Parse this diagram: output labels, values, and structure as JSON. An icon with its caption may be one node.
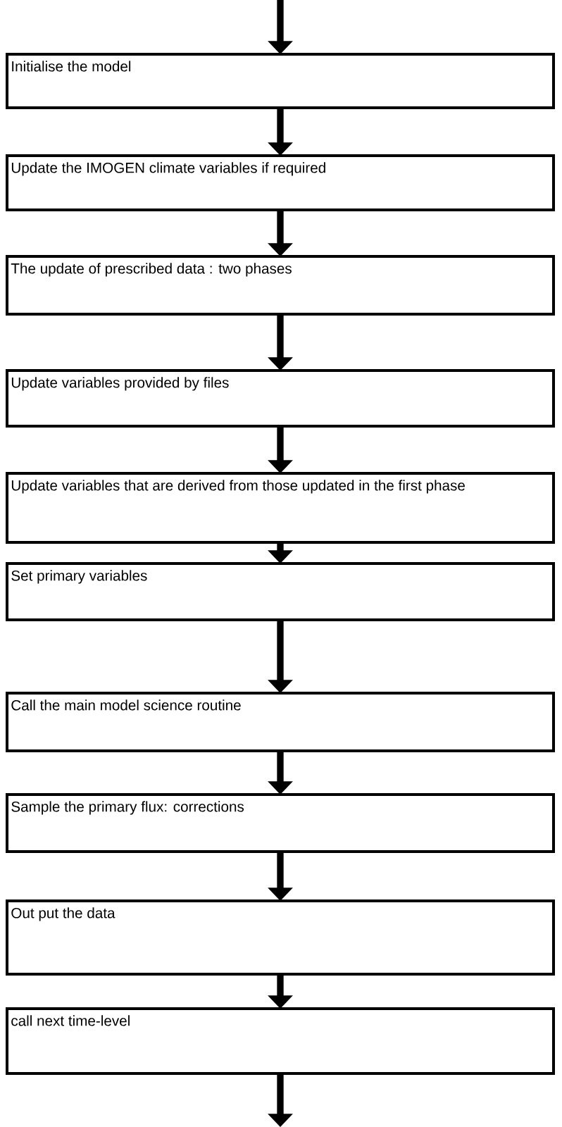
{
  "diagram": {
    "nodes": [
      {
        "text": [
          "Initialise the model"
        ]
      },
      {
        "text": [
          "Update the IMOGEN climate variables if required"
        ]
      },
      {
        "text": [
          "The update of prescribed data : two phases"
        ]
      },
      {
        "text": [
          "Update variables provided by files"
        ]
      },
      {
        "text": [
          "Update variables that are derived from those updated in the first phase"
        ]
      },
      {
        "text": [
          "Set primary variables"
        ]
      },
      {
        "text": [
          "Call the main model science routine"
        ]
      },
      {
        "text": [
          "Sample the primary flux: corrections"
        ]
      },
      {
        "text": [
          "Out put the data"
        ]
      },
      {
        "text": [
          "call next time-level"
        ]
      }
    ],
    "edges": [
      {
        "from": null,
        "to": 0,
        "arrow": "to"
      },
      {
        "from": 0,
        "to": 1,
        "arrow": "to"
      },
      {
        "from": 1,
        "to": 2,
        "arrow": "to"
      },
      {
        "from": 2,
        "to": 3,
        "arrow": "to"
      },
      {
        "from": 3,
        "to": 4,
        "arrow": "to"
      },
      {
        "from": 4,
        "to": 5,
        "arrow": "to"
      },
      {
        "from": 5,
        "to": 6,
        "arrow": "to"
      },
      {
        "from": 6,
        "to": 7,
        "arrow": "to"
      },
      {
        "from": 7,
        "to": 8,
        "arrow": "to"
      },
      {
        "from": 8,
        "to": 9,
        "arrow": "to"
      },
      {
        "from": 9,
        "to": null,
        "arrow": "to"
      }
    ]
  }
}
